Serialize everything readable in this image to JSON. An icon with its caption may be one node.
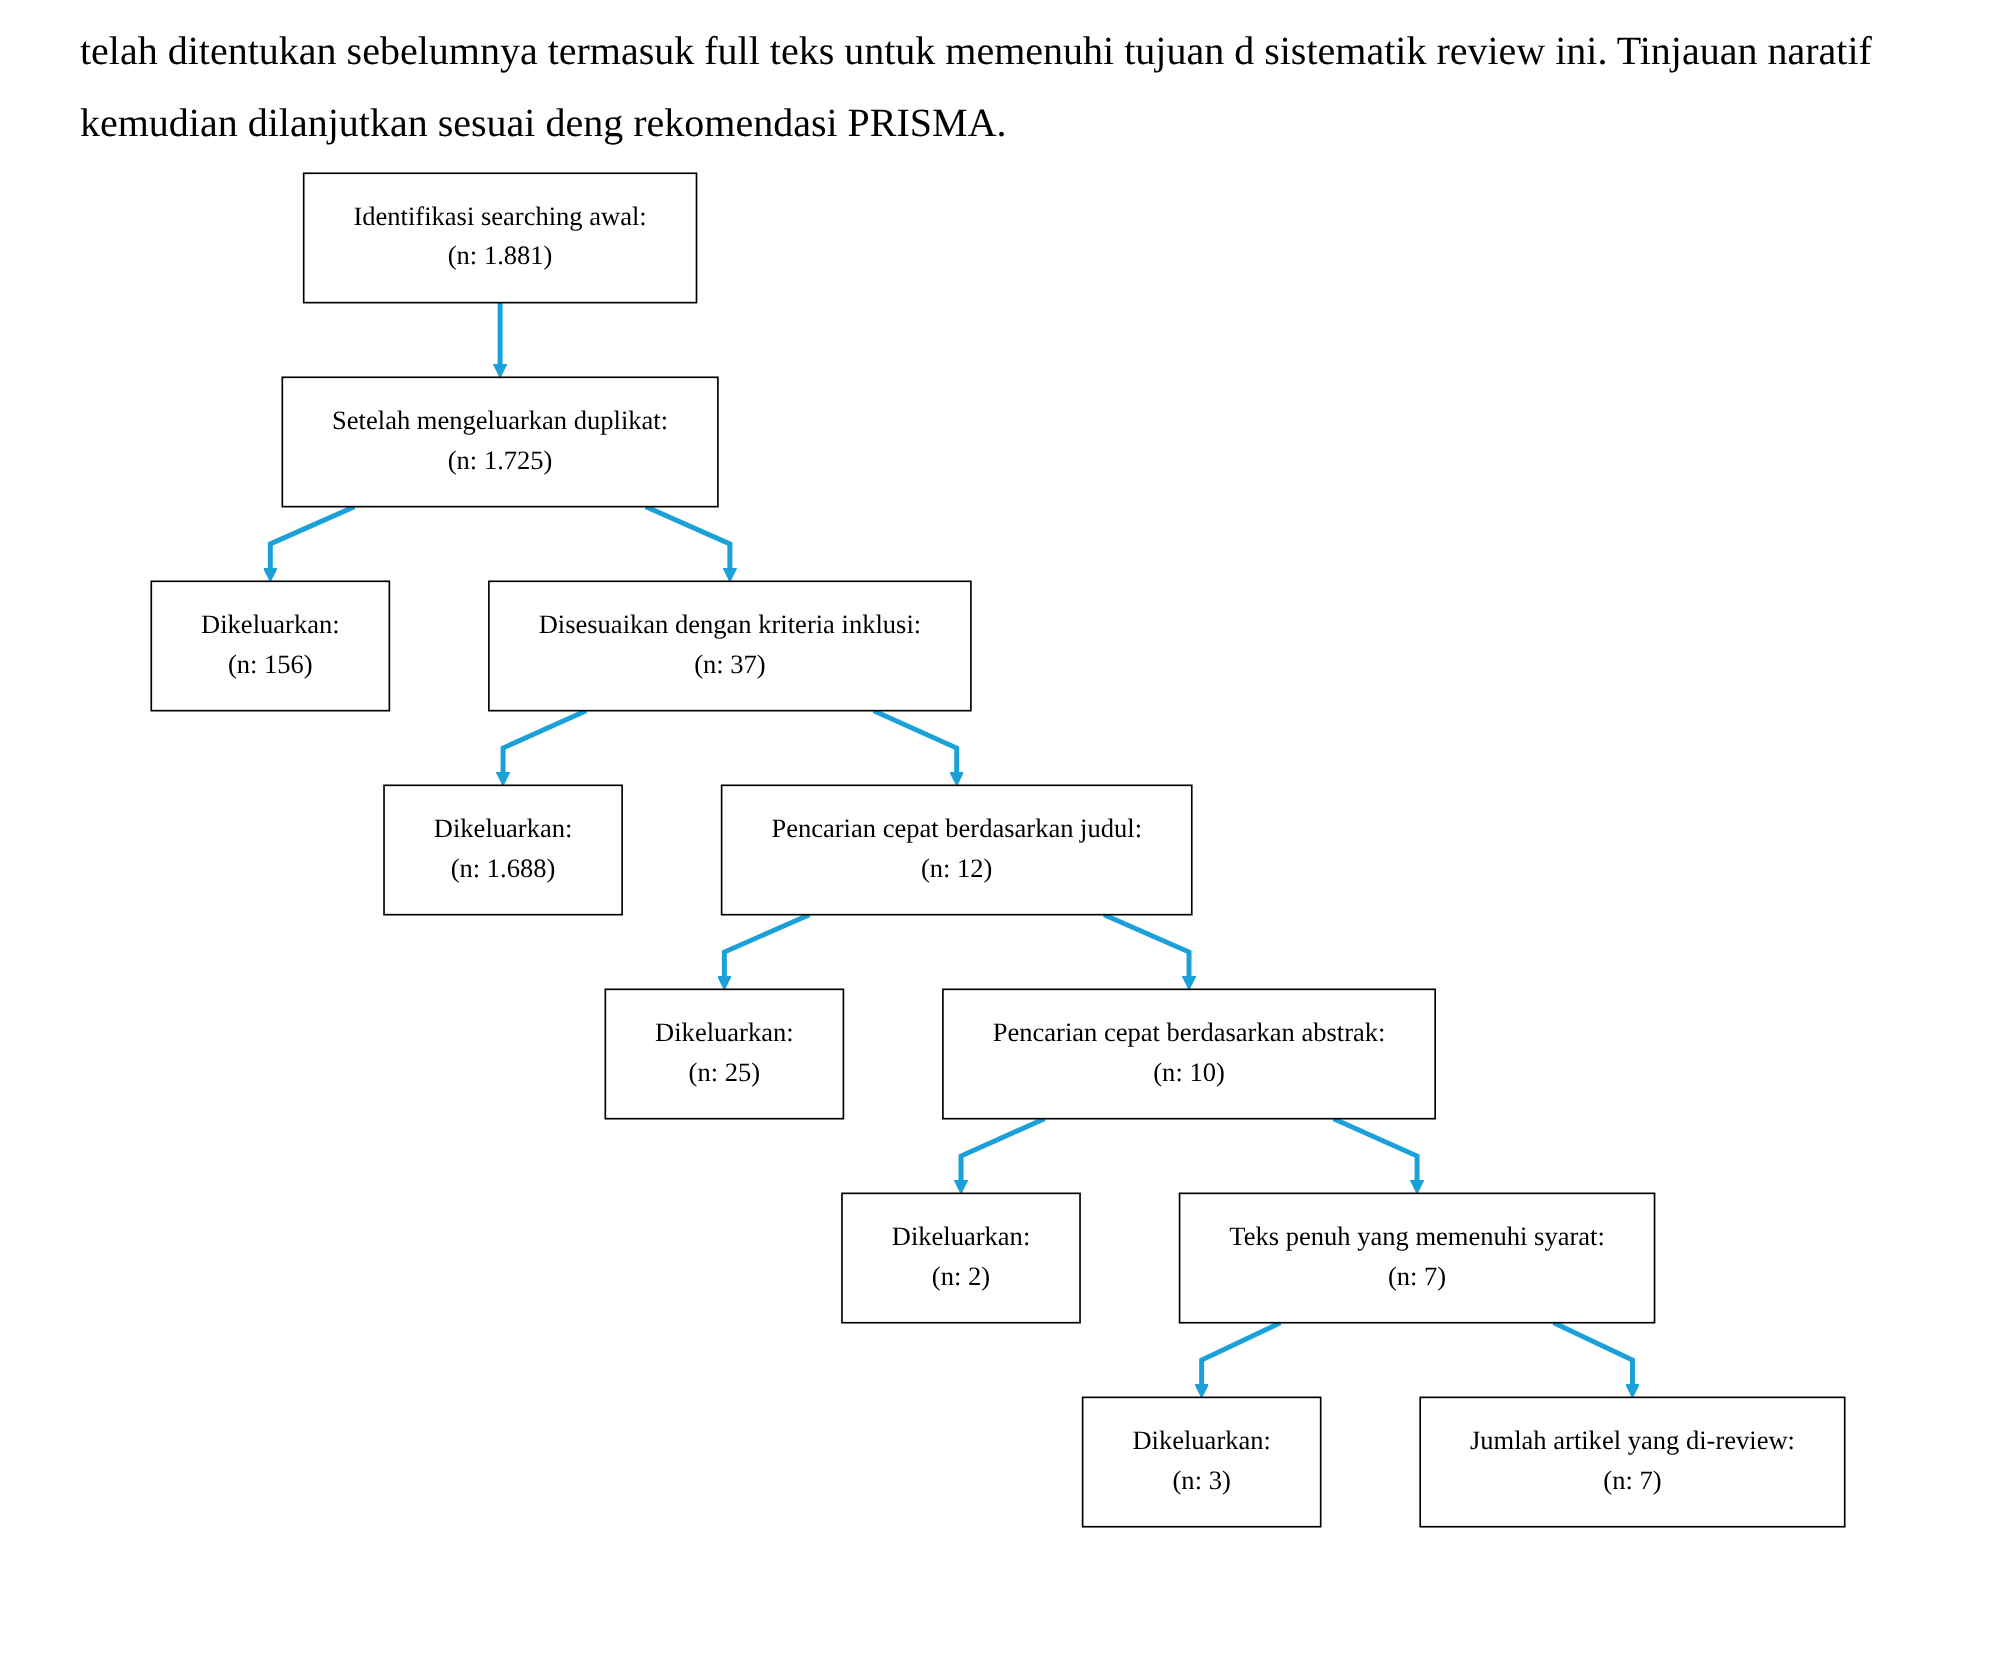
{
  "diagram": {
    "nodes": [
      {
        "text": [
          "Identifikasi searching awal:",
          "(n: 1.881)"
        ]
      },
      {
        "text": [
          "Setelah mengeluarkan duplikat:",
          "(n: 1.725)"
        ]
      },
      {
        "text": [
          "Dikeluarkan:",
          "(n: 156)"
        ]
      },
      {
        "text": [
          "Disesuaikan dengan kriteria inklusi:",
          "(n: 37)"
        ]
      },
      {
        "text": [
          "Dikeluarkan:",
          "(n: 1.688)"
        ]
      },
      {
        "text": [
          "Pencarian cepat berdasarkan judul:",
          "(n: 12)"
        ]
      },
      {
        "text": [
          "Dikeluarkan:",
          "(n: 25)"
        ]
      },
      {
        "text": [
          "Pencarian cepat berdasarkan abstrak:",
          "(n: 10)"
        ]
      },
      {
        "text": [
          "Dikeluarkan:",
          "(n: 2)"
        ]
      },
      {
        "text": [
          "Teks penuh yang memenuhi syarat:",
          "(n: 7)"
        ]
      },
      {
        "text": [
          "Dikeluarkan:",
          "(n: 3)"
        ]
      },
      {
        "text": [
          "Jumlah artikel yang di-review:",
          "(n: 7)"
        ]
      }
    ],
    "edges": [
      {
        "from": 0,
        "to": 1,
        "arrow": "to"
      },
      {
        "from": 1,
        "to": 2,
        "arrow": "to"
      },
      {
        "from": 1,
        "to": 3,
        "arrow": "to"
      },
      {
        "from": 3,
        "to": 4,
        "arrow": "to"
      },
      {
        "from": 3,
        "to": 5,
        "arrow": "to"
      },
      {
        "from": 5,
        "to": 6,
        "arrow": "to"
      },
      {
        "from": 5,
        "to": 7,
        "arrow": "to"
      },
      {
        "from": 7,
        "to": 8,
        "arrow": "to"
      },
      {
        "from": 7,
        "to": 9,
        "arrow": "to"
      },
      {
        "from": 9,
        "to": 10,
        "arrow": "to"
      },
      {
        "from": 9,
        "to": 11,
        "arrow": "to"
      }
    ],
    "labels": [
      "telah ditentukan sebelumnya termasuk full teks untuk memenuhi tujuan d sistematik review ini. Tinjauan naratif kemudian dilanjutkan sesuai deng rekomendasi PRISMA."
    ]
  }
}
